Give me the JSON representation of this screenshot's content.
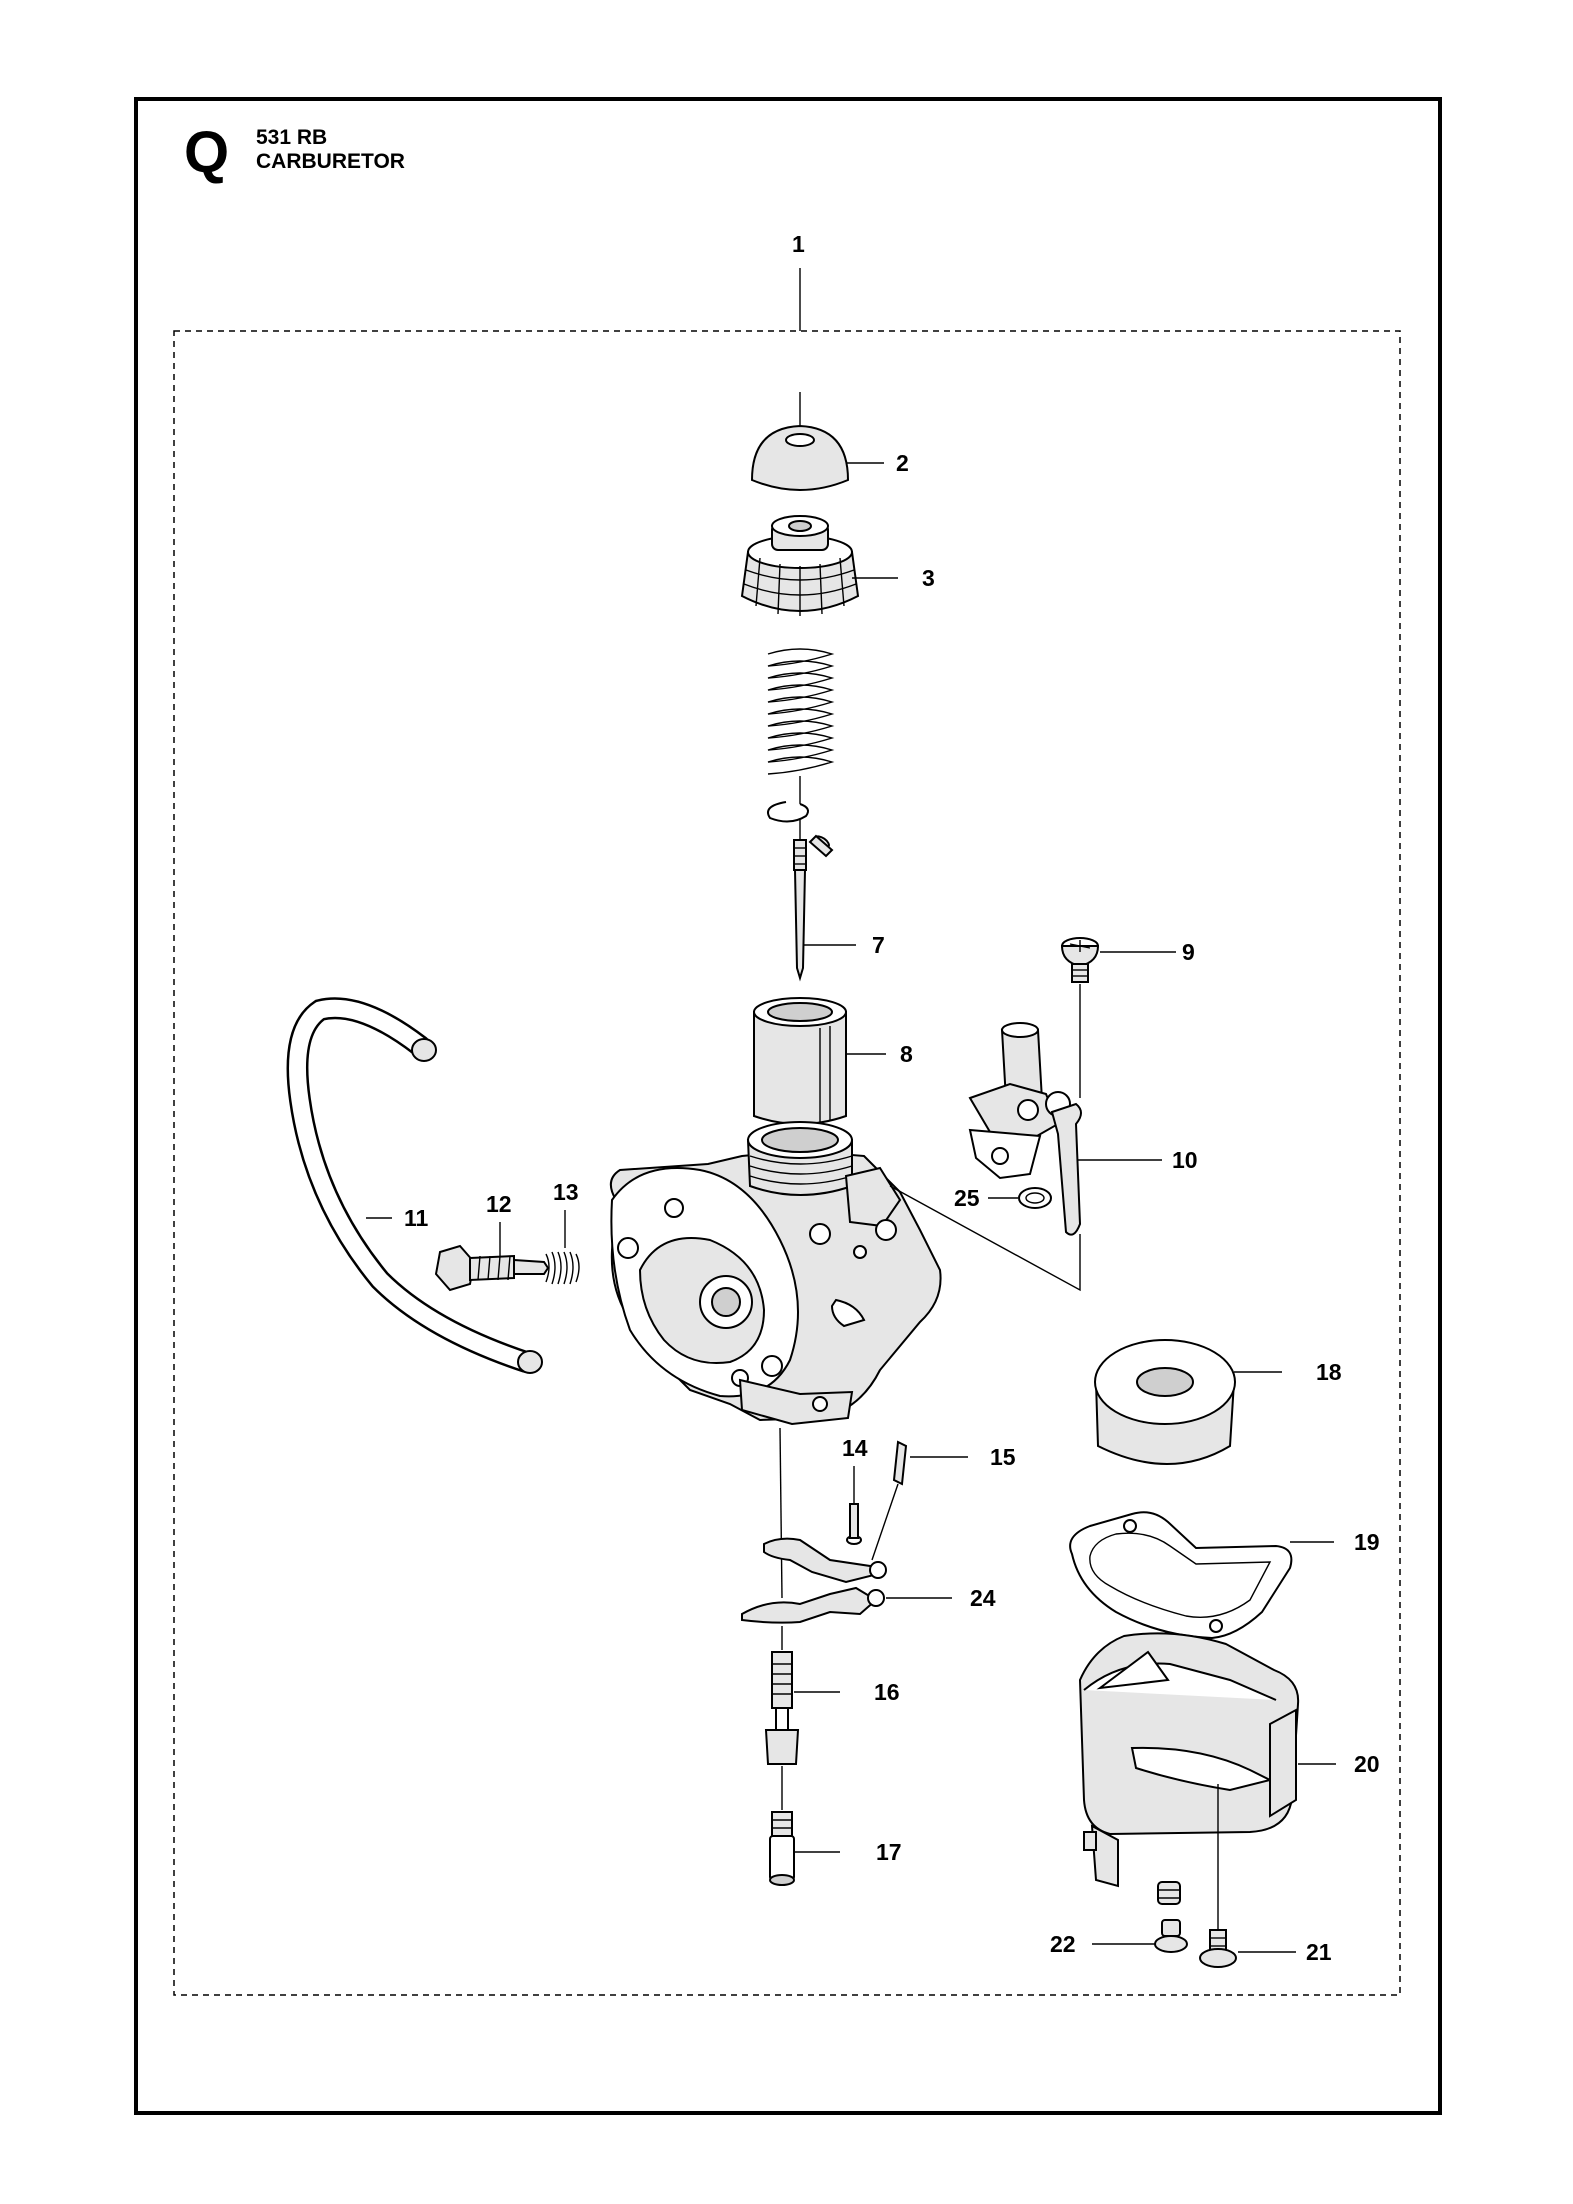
{
  "header": {
    "section_letter": "Q",
    "model": "531 RB",
    "title": "CARBURETOR"
  },
  "callouts": {
    "c1": "1",
    "c2": "2",
    "c3": "3",
    "c7": "7",
    "c8": "8",
    "c9": "9",
    "c10": "10",
    "c11": "11",
    "c12": "12",
    "c13": "13",
    "c14": "14",
    "c15": "15",
    "c16": "16",
    "c17": "17",
    "c18": "18",
    "c19": "19",
    "c20": "20",
    "c21": "21",
    "c22": "22",
    "c24": "24",
    "c25": "25"
  }
}
